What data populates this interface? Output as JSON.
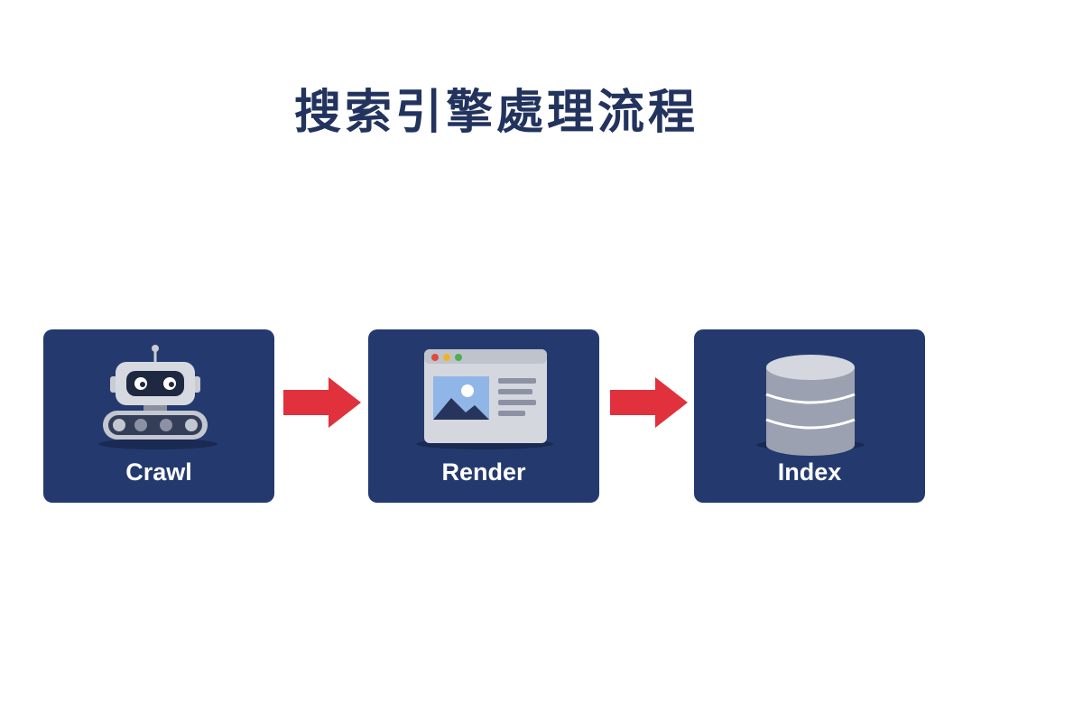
{
  "title": "搜索引擎處理流程",
  "steps": [
    {
      "label": "Crawl",
      "icon": "robot-crawler-icon"
    },
    {
      "label": "Render",
      "icon": "browser-window-icon"
    },
    {
      "label": "Index",
      "icon": "database-icon"
    }
  ],
  "colors": {
    "card": "#243a6f",
    "title": "#22335e",
    "arrow": "#e0313d"
  }
}
